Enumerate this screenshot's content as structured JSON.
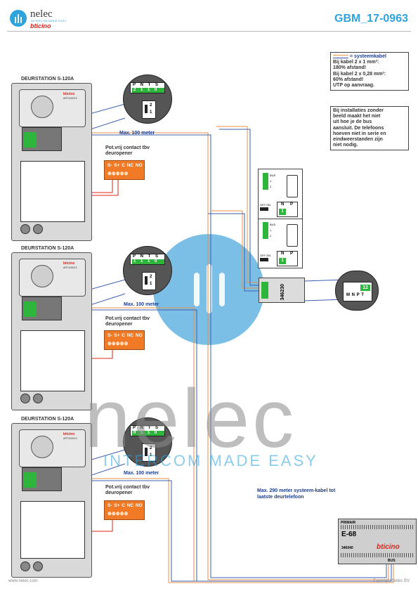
{
  "header": {
    "brand_name": "nelec",
    "brand_tagline": "INTERCOM MADE EASY",
    "brand_sub": "bticino",
    "doc_code": "GBM_17-0963"
  },
  "stations": [
    {
      "title": "DEURSTATION S-120A",
      "brand_mark": "bticino",
      "model": "ART343XXX",
      "dip_header": [
        "P",
        "N",
        "T",
        "S"
      ],
      "dip_values": [
        "2",
        "1",
        "1",
        "0"
      ],
      "switch_labels": [
        "2",
        "1"
      ],
      "contact_label": "Pot.vrij contact tbv deuropener",
      "contact_terms": "S- S+ C NC NO",
      "distance": "Max. 100 meter"
    },
    {
      "title": "DEURSTATION S-120A",
      "brand_mark": "bticino",
      "model": "ART343XXX",
      "dip_header": [
        "P",
        "N",
        "T",
        "S"
      ],
      "dip_values": [
        "1",
        "1",
        "1",
        "0"
      ],
      "switch_labels": [
        "2",
        "1"
      ],
      "contact_label": "Pot.vrij contact tbv deuropener",
      "contact_terms": "S- S+ C NC NO",
      "distance": "Max. 100 meter"
    },
    {
      "title": "DEURSTATION S-120A",
      "brand_mark": "bticino",
      "model": "ART343XXX",
      "dip_header": [
        "P",
        "N",
        "T",
        "S"
      ],
      "dip_values": [
        "0",
        "1",
        "1",
        "0"
      ],
      "switch_labels": [
        "2",
        "1"
      ],
      "contact_label": "Pot.vrij contact tbv deuropener",
      "contact_terms": "S- S+ C NC NO",
      "distance": "Max. 100 meter"
    }
  ],
  "notes": {
    "cable_legend": "= systeemkabel",
    "cable_lines": [
      "Bij kabel 2 x 1 mm²:",
      "180% afstand!",
      "Bij kabel 2 x 0,28 mm²:",
      "60% afstand!",
      "UTP op aanvraag."
    ],
    "installation_note": [
      "Bij installaties zonder",
      "beeld maakt het niet",
      "uit hoe je de bus",
      "aansluit. De telefoons",
      "hoeven niet in serie en",
      "eindweerstanden zijn",
      "niet nodig."
    ]
  },
  "phones": {
    "terminals": [
      "BUS",
      "1",
      "2"
    ],
    "off_on": "OFF ON",
    "np_header": [
      "N",
      "P"
    ],
    "np_values": [
      "1",
      "1"
    ]
  },
  "module": {
    "code": "346230",
    "zoom_values": [
      "1",
      "2"
    ],
    "zoom_labels": "M N P T"
  },
  "max_distance_note": "Max. 290 meter systeem-kabel tot laatste deurtelefoon",
  "power_supply": {
    "label_primair": "PRIMAIR",
    "model": "E-68",
    "code": "346040",
    "brand": "bticino",
    "bus_label": "BUS"
  },
  "watermark": {
    "word": "nelec",
    "tagline": "INTERCOM MADE EASY"
  },
  "footer": {
    "left": "www.nelec.com",
    "right": "Copyright Nelec BV"
  },
  "colors": {
    "accent": "#2ea3dc",
    "terminal_green": "#2db53c",
    "contact_orange": "#f07a25",
    "wire_red": "#e2231a",
    "wire_blue": "#3b5fae",
    "wire_orange": "#e8924a"
  }
}
